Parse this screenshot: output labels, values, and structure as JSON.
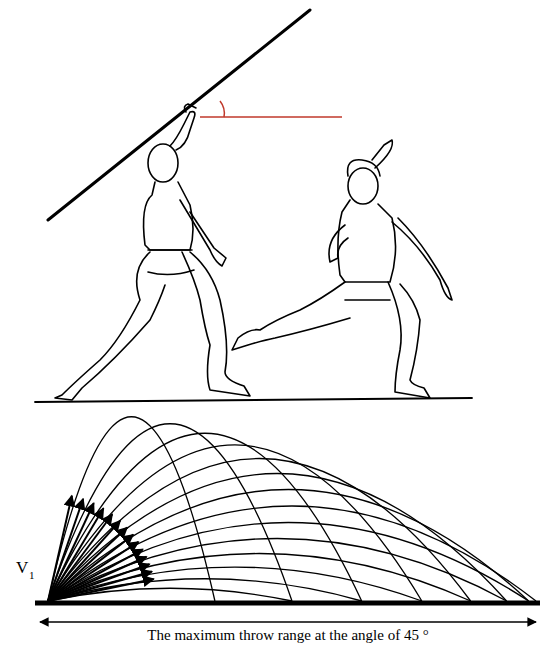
{
  "diagram": {
    "caption": "The maximum throw range at the angle of 45 °",
    "labels": [
      "V",
      "1"
    ]
  }
}
